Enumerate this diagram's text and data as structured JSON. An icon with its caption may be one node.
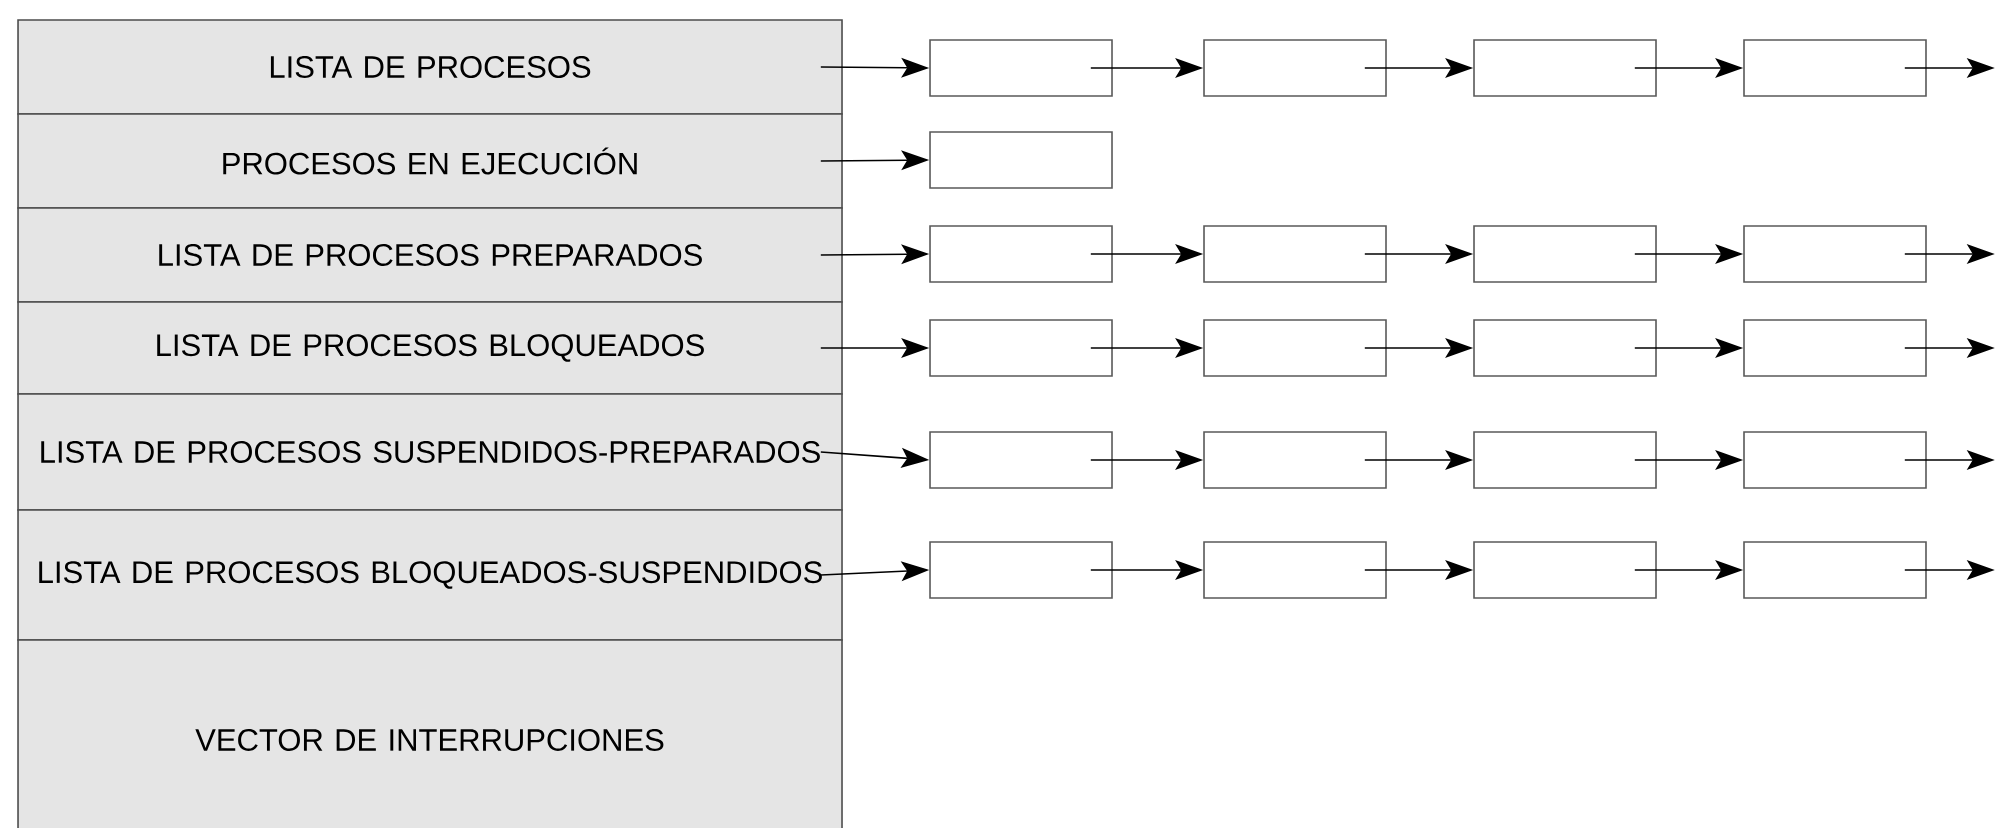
{
  "diagram": {
    "nodes": [
      {
        "text": [
          "LISTA DE PROCESOS"
        ]
      },
      {
        "text": [
          "PROCESOS EN EJECUCIÓN"
        ]
      },
      {
        "text": [
          "LISTA DE PROCESOS PREPARADOS"
        ]
      },
      {
        "text": [
          "LISTA DE PROCESOS BLOQUEADOS"
        ]
      },
      {
        "text": [
          "LISTA DE PROCESOS SUSPENDIDOS-PREPARADOS"
        ]
      },
      {
        "text": [
          "LISTA DE PROCESOS BLOQUEADOS-SUSPENDIDOS"
        ]
      },
      {
        "text": [
          "VECTOR DE INTERRUPCIONES"
        ]
      },
      {
        "text": [],
        "shape": "box"
      },
      {
        "text": [],
        "shape": "box"
      },
      {
        "text": [],
        "shape": "box"
      },
      {
        "text": [],
        "shape": "box"
      },
      {
        "text": [],
        "shape": "box"
      },
      {
        "text": [],
        "shape": "box"
      },
      {
        "text": [],
        "shape": "box"
      },
      {
        "text": [],
        "shape": "box"
      },
      {
        "text": [],
        "shape": "box"
      },
      {
        "text": [],
        "shape": "box"
      },
      {
        "text": [],
        "shape": "box"
      },
      {
        "text": [],
        "shape": "box"
      },
      {
        "text": [],
        "shape": "box"
      },
      {
        "text": [],
        "shape": "box"
      },
      {
        "text": [],
        "shape": "box"
      },
      {
        "text": [],
        "shape": "box"
      },
      {
        "text": [],
        "shape": "box"
      },
      {
        "text": [],
        "shape": "box"
      },
      {
        "text": [],
        "shape": "box"
      },
      {
        "text": [],
        "shape": "box"
      },
      {
        "text": [],
        "shape": "box"
      }
    ],
    "edges": [
      {
        "from": 0,
        "to": 7,
        "arrow": "to"
      },
      {
        "from": 7,
        "to": 8,
        "arrow": "to"
      },
      {
        "from": 8,
        "to": 9,
        "arrow": "to"
      },
      {
        "from": 9,
        "to": 10,
        "arrow": "to"
      },
      {
        "from": 10,
        "to": null,
        "arrow": "to"
      },
      {
        "from": 1,
        "to": 11,
        "arrow": "to"
      },
      {
        "from": 2,
        "to": 12,
        "arrow": "to"
      },
      {
        "from": 12,
        "to": 13,
        "arrow": "to"
      },
      {
        "from": 13,
        "to": 14,
        "arrow": "to"
      },
      {
        "from": 14,
        "to": 15,
        "arrow": "to"
      },
      {
        "from": 15,
        "to": null,
        "arrow": "to"
      },
      {
        "from": 3,
        "to": 16,
        "arrow": "to"
      },
      {
        "from": 16,
        "to": 17,
        "arrow": "to"
      },
      {
        "from": 17,
        "to": 18,
        "arrow": "to"
      },
      {
        "from": 18,
        "to": 19,
        "arrow": "to"
      },
      {
        "from": 19,
        "to": null,
        "arrow": "to"
      },
      {
        "from": 4,
        "to": 20,
        "arrow": "to"
      },
      {
        "from": 20,
        "to": 21,
        "arrow": "to"
      },
      {
        "from": 21,
        "to": 22,
        "arrow": "to"
      },
      {
        "from": 22,
        "to": 23,
        "arrow": "to"
      },
      {
        "from": 23,
        "to": null,
        "arrow": "to"
      },
      {
        "from": 5,
        "to": 24,
        "arrow": "to"
      },
      {
        "from": 24,
        "to": 25,
        "arrow": "to"
      },
      {
        "from": 25,
        "to": 26,
        "arrow": "to"
      },
      {
        "from": 26,
        "to": 27,
        "arrow": "to"
      },
      {
        "from": 27,
        "to": null,
        "arrow": "to"
      }
    ]
  }
}
